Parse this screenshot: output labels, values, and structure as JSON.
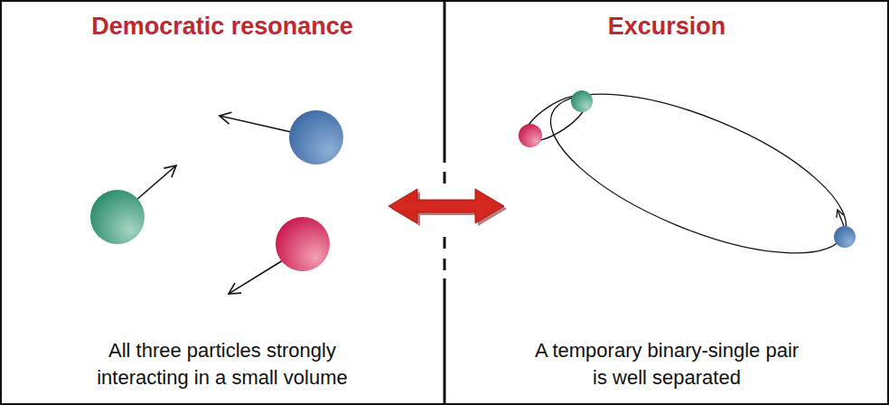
{
  "diagram": {
    "nodes": [
      {
        "text": [
          "Democratic resonance",
          "All three particles strongly interacting in a small volume"
        ]
      },
      {
        "text": [
          "Excursion",
          "A temporary binary-single pair is well separated"
        ]
      }
    ],
    "edges": [
      {
        "from": 0,
        "to": 1,
        "arrow": "both"
      }
    ]
  }
}
